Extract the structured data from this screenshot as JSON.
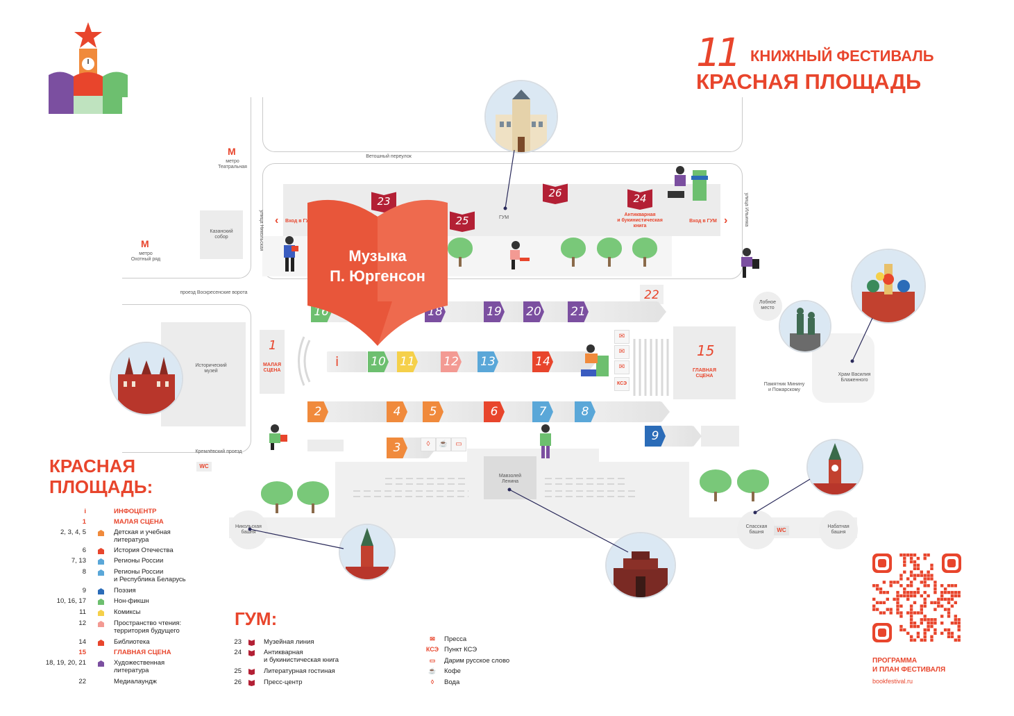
{
  "header": {
    "edition": "11",
    "title_line1": "КНИЖНЫЙ ФЕСТИВАЛЬ",
    "title_line2": "КРАСНАЯ ПЛОЩАДЬ"
  },
  "map_labels": {
    "metro_teatralnaya": "метро\nТеатральная",
    "metro_ohotny": "метро\nОхотный ряд",
    "kazan_cathedral": "Казанский\nсобор",
    "vetoshny": "Ветошный переулок",
    "nikolskaya": "улица Никольская",
    "ilyinka": "улица Ильинка",
    "gum": "ГУМ",
    "entrance_left": "Вход в ГУМ",
    "entrance_right": "Вход в ГУМ",
    "voskresenskie": "проезд Воскресенские ворота",
    "historical_museum": "Исторический\nмузей",
    "small_stage_num": "1",
    "small_stage": "МАЛАЯ\nСЦЕНА",
    "main_stage_num": "15",
    "main_stage": "ГЛАВНАЯ\nСЦЕНА",
    "lobnoe": "Лобное\nместо",
    "minin": "Памятник Минину\nи Пожарскому",
    "basil": "Храм Василия\nБлаженного",
    "kremlevsky": "Кремлёвский проезд",
    "wc": "WC",
    "mausoleum": "Мавзолей\nЛенина",
    "nikolskaya_tower": "Никольская\nбашня",
    "spasskaya_tower": "Спасская\nбашня",
    "nabatnaya_tower": "Набатная\nбашня",
    "kse": "КСЭ",
    "info_i": "i"
  },
  "overlay": {
    "line1": "Музыка",
    "line2": "П. Юргенсон"
  },
  "gum_books": [
    {
      "num": "23",
      "color": "#b32035",
      "label": "Музейная\nлиния"
    },
    {
      "num": "25",
      "color": "#b32035",
      "label": ""
    },
    {
      "num": "26",
      "color": "#b32035",
      "label": ""
    },
    {
      "num": "24",
      "color": "#b32035",
      "label": "Антикварная\nи букинистическая\nкнига"
    }
  ],
  "tents": [
    {
      "num": "16",
      "color": "#6dbf6f"
    },
    {
      "num": "18",
      "color": "#7b4fa0"
    },
    {
      "num": "19",
      "color": "#7b4fa0"
    },
    {
      "num": "20",
      "color": "#7b4fa0"
    },
    {
      "num": "21",
      "color": "#7b4fa0"
    },
    {
      "num": "22",
      "color": "#e8452c"
    },
    {
      "num": "10",
      "color": "#6dbf6f"
    },
    {
      "num": "11",
      "color": "#f5d04a"
    },
    {
      "num": "12",
      "color": "#f39a93"
    },
    {
      "num": "13",
      "color": "#5aa7d8"
    },
    {
      "num": "14",
      "color": "#e8452c"
    },
    {
      "num": "2",
      "color": "#f08a3c"
    },
    {
      "num": "4",
      "color": "#f08a3c"
    },
    {
      "num": "5",
      "color": "#f08a3c"
    },
    {
      "num": "6",
      "color": "#e8452c"
    },
    {
      "num": "7",
      "color": "#5aa7d8"
    },
    {
      "num": "8",
      "color": "#5aa7d8"
    },
    {
      "num": "9",
      "color": "#2b6cb8"
    },
    {
      "num": "3",
      "color": "#f08a3c"
    }
  ],
  "legend": {
    "title_line1": "КРАСНАЯ",
    "title_line2": "ПЛОЩАДЬ:",
    "items": [
      {
        "num": "i",
        "text": "ИНФОЦЕНТР",
        "color": "",
        "highlight": true
      },
      {
        "num": "1",
        "text": "МАЛАЯ СЦЕНА",
        "color": "",
        "highlight": true
      },
      {
        "num": "2, 3, 4, 5",
        "text": "Детская и учебная\nлитература",
        "color": "#f08a3c",
        "highlight": false
      },
      {
        "num": "6",
        "text": "История Отечества",
        "color": "#e8452c",
        "highlight": false
      },
      {
        "num": "7, 13",
        "text": "Регионы России",
        "color": "#5aa7d8",
        "highlight": false
      },
      {
        "num": "8",
        "text": "Регионы России\nи Республика Беларусь",
        "color": "#5aa7d8",
        "highlight": false
      },
      {
        "num": "9",
        "text": "Поэзия",
        "color": "#2b6cb8",
        "highlight": false
      },
      {
        "num": "10, 16, 17",
        "text": "Нон-фикшн",
        "color": "#6dbf6f",
        "highlight": false
      },
      {
        "num": "11",
        "text": "Комиксы",
        "color": "#f5d04a",
        "highlight": false
      },
      {
        "num": "12",
        "text": "Пространство чтения:\nтерритория будущего",
        "color": "#f39a93",
        "highlight": false
      },
      {
        "num": "14",
        "text": "Библиотека",
        "color": "#e8452c",
        "highlight": false
      },
      {
        "num": "15",
        "text": "ГЛАВНАЯ СЦЕНА",
        "color": "",
        "highlight": true
      },
      {
        "num": "18, 19, 20, 21",
        "text": "Художественная\nлитература",
        "color": "#7b4fa0",
        "highlight": false
      },
      {
        "num": "22",
        "text": "Медиалаундж",
        "color": "",
        "highlight": false
      }
    ]
  },
  "gum_legend": {
    "title": "ГУМ:",
    "items": [
      {
        "num": "23",
        "text": "Музейная линия"
      },
      {
        "num": "24",
        "text": "Антикварная\nи букинистическая книга"
      },
      {
        "num": "25",
        "text": "Литературная гостиная"
      },
      {
        "num": "26",
        "text": "Пресс-центр"
      }
    ]
  },
  "services": [
    {
      "icon": "megaphone-icon",
      "glyph": "✉",
      "text": "Пресса"
    },
    {
      "icon": "kse-icon",
      "glyph": "КСЭ",
      "text": "Пункт КСЭ"
    },
    {
      "icon": "book-icon",
      "glyph": "▭",
      "text": "Дарим русское слово"
    },
    {
      "icon": "coffee-icon",
      "glyph": "☕",
      "text": "Кофе"
    },
    {
      "icon": "water-drop-icon",
      "glyph": "◊",
      "text": "Вода"
    }
  ],
  "qr": {
    "caption_line1": "ПРОГРАММА",
    "caption_line2": "И ПЛАН ФЕСТИВАЛЯ",
    "url": "bookfestival.ru"
  },
  "colors": {
    "accent": "#e8452c",
    "gum_book": "#b32035",
    "overlay": "#e8563a"
  }
}
